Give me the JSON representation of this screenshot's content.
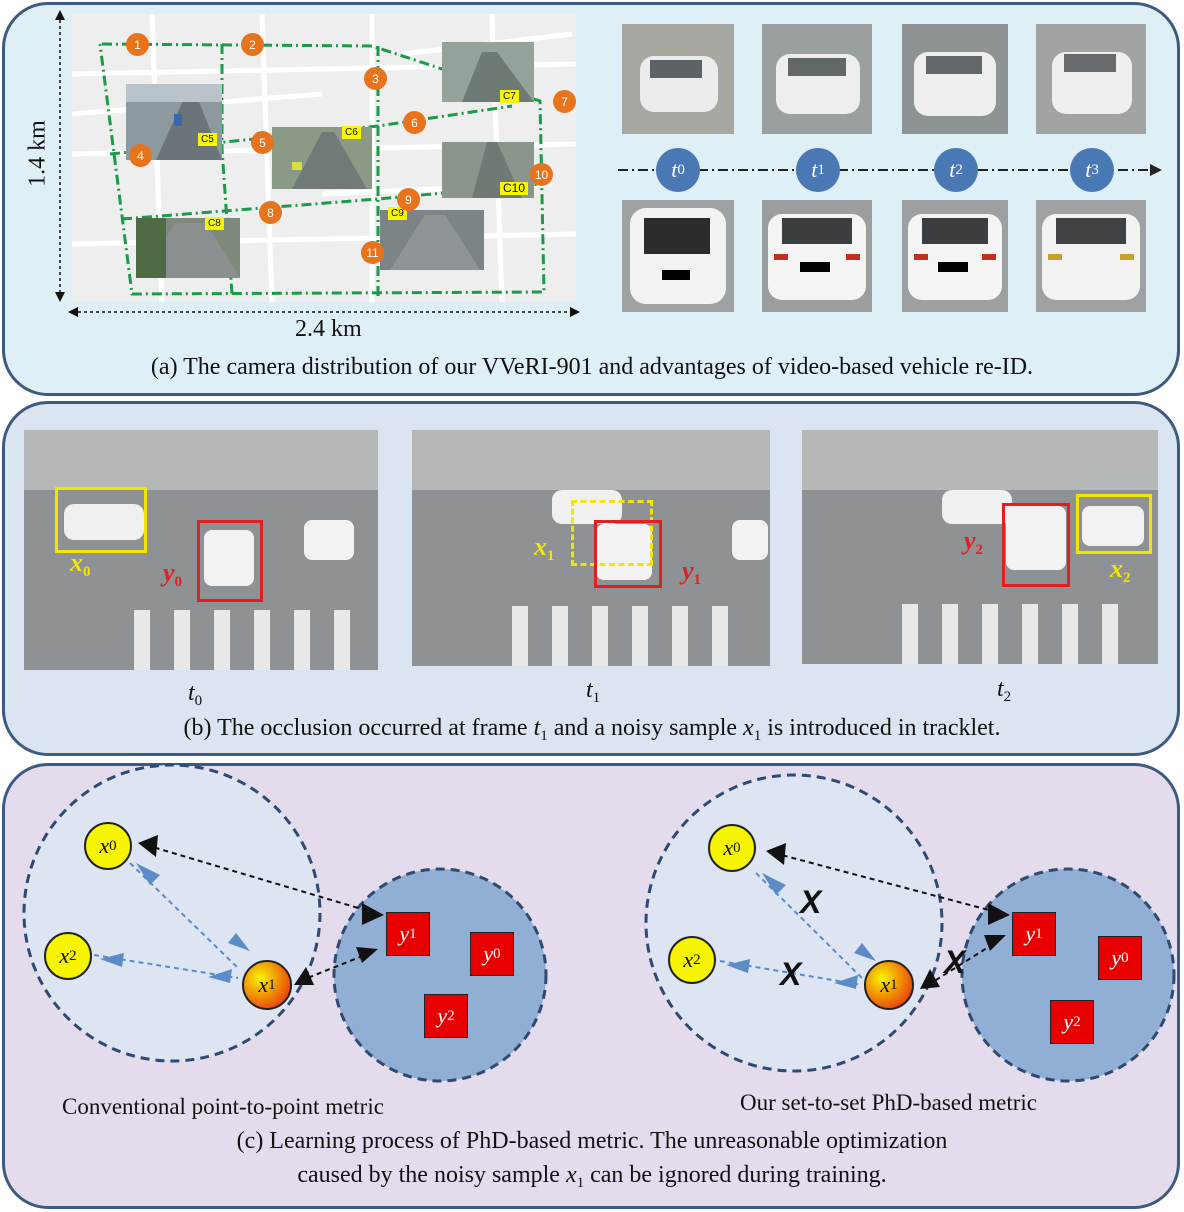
{
  "panel_a": {
    "height_label": "1.4 km",
    "width_label": "2.4 km",
    "caption": "(a) The camera distribution of our VVeRI-901 and advantages of video-based vehicle re-ID.",
    "camera_labels": [
      "C5",
      "C6",
      "C7",
      "C8",
      "C9",
      "C10"
    ],
    "pins": [
      "1",
      "2",
      "3",
      "4",
      "5",
      "6",
      "7",
      "8",
      "9",
      "10",
      "11"
    ],
    "timeline": [
      {
        "main": "t",
        "sub": "0"
      },
      {
        "main": "t",
        "sub": "1"
      },
      {
        "main": "t",
        "sub": "2"
      },
      {
        "main": "t",
        "sub": "3"
      }
    ],
    "colors": {
      "route": "#1b9a4a",
      "pin": "#e8731d",
      "timeline_node": "#4a78b5"
    }
  },
  "panel_b": {
    "caption_part1": "(b) The occlusion occurred at frame ",
    "caption_t": "t",
    "caption_t_sub": "1",
    "caption_part2": " and a noisy sample ",
    "caption_x": "x",
    "caption_x_sub": "1",
    "caption_part3": " is introduced in tracklet.",
    "frames": [
      {
        "time": "t",
        "time_sub": "0",
        "x": "x",
        "x_sub": "0",
        "y": "y",
        "y_sub": "0"
      },
      {
        "time": "t",
        "time_sub": "1",
        "x": "x",
        "x_sub": "1",
        "y": "y",
        "y_sub": "1"
      },
      {
        "time": "t",
        "time_sub": "2",
        "x": "x",
        "x_sub": "2",
        "y": "y",
        "y_sub": "2"
      }
    ],
    "colors": {
      "x_box": "#f2e600",
      "y_box": "#e02020"
    }
  },
  "panel_c": {
    "left_title": "Conventional point-to-point metric",
    "right_title": "Our set-to-set PhD-based metric",
    "caption_line1": "(c) Learning process of PhD-based metric. The unreasonable optimization",
    "caption_line2_part1": "caused by the noisy sample ",
    "caption_x": "x",
    "caption_x_sub": "1",
    "caption_line2_part2": " can be ignored during training.",
    "x_nodes": [
      {
        "main": "x",
        "sub": "0"
      },
      {
        "main": "x",
        "sub": "2"
      },
      {
        "main": "x",
        "sub": "1"
      }
    ],
    "y_nodes": [
      {
        "main": "y",
        "sub": "1"
      },
      {
        "main": "y",
        "sub": "0"
      },
      {
        "main": "y",
        "sub": "2"
      }
    ],
    "cross_mark": "X",
    "colors": {
      "x_node": "#f7f400",
      "y_node": "#e80000",
      "set_circle": "#91aed4",
      "arrow": "#5b8cc8"
    }
  }
}
